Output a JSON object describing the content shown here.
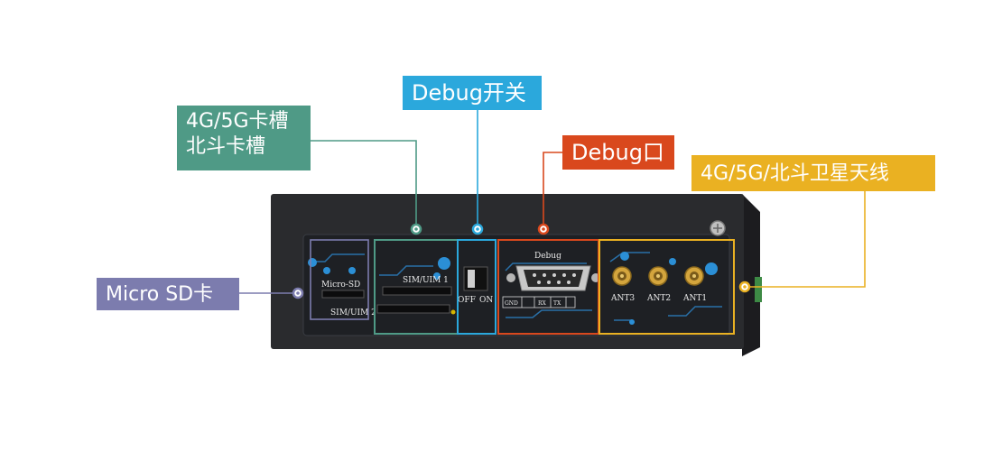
{
  "callouts": {
    "micro_sd": "Micro SD卡",
    "sim_slot_line1": "4G/5G卡槽",
    "sim_slot_line2": "北斗卡槽",
    "debug_switch": "Debug开关",
    "debug_port": "Debug口",
    "antenna": "4G/5G/北斗卫星天线"
  },
  "panel_labels": {
    "micro_sd": "Micro-SD",
    "sim2": "SIM/UIM 2",
    "sim1": "SIM/UIM 1",
    "off": "OFF",
    "on": "ON",
    "debug": "Debug",
    "pin_gnd": "GND",
    "pin_rx": "RX",
    "pin_tx": "TX",
    "ant3": "ANT3",
    "ant2": "ANT2",
    "ant1": "ANT1"
  },
  "colors": {
    "micro_sd": "#7c7cae",
    "sim": "#4f9a86",
    "debug_switch": "#2ba8dc",
    "debug_port": "#d9481d",
    "antenna": "#eab122",
    "panel": "#2a2b2e"
  }
}
